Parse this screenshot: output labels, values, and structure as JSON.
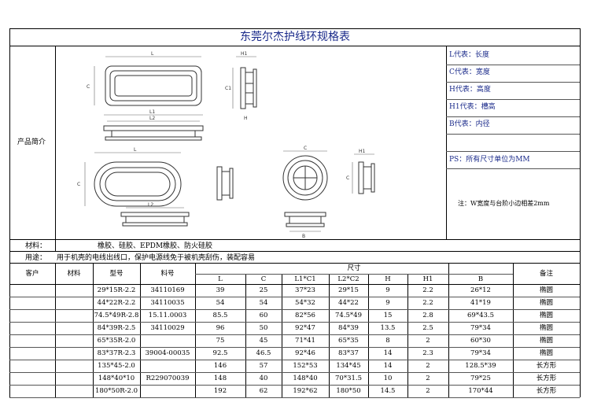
{
  "title": "东莞尔杰护线环规格表",
  "section_intro": "产品简介",
  "legend": [
    "L代表：长度",
    "C代表：宽度",
    "H代表：高度",
    "H1代表：槽高",
    "B代表：内径",
    "PS：所有尺寸单位为MM"
  ],
  "note": "注：W宽度与台阶小边相差2mm",
  "material_label": "材料：",
  "material_value": "橡胶、硅胶、EPDM橡胶、防火硅胶",
  "usage_label": "用途：",
  "usage_value": "用于机壳的电线出线口，保护电源线免于被机壳刮伤，装配容易",
  "drawing_labels": {
    "L": "L",
    "C": "C",
    "H": "H",
    "H1": "H1",
    "C1": "C1",
    "L1": "L1",
    "L2": "L2",
    "B": "B"
  },
  "table": {
    "headers": {
      "customer": "客户",
      "material": "材料",
      "model": "型号",
      "part": "料号",
      "size": "尺寸",
      "remark": "备注",
      "L": "L",
      "C": "C",
      "L1C1": "L1*C1",
      "L2C2": "L2*C2",
      "H": "H",
      "H1": "H1",
      "B": "B"
    },
    "rows": [
      {
        "model": "29*15R-2.2",
        "part": "34110169",
        "L": "39",
        "C": "25",
        "L1C1": "37*23",
        "L2C2": "29*15",
        "H": "9",
        "H1": "2.2",
        "B": "26*12",
        "remark": "椭圆"
      },
      {
        "model": "44*22R-2.2",
        "part": "34110035",
        "L": "54",
        "C": "54",
        "L1C1": "54*32",
        "L2C2": "44*22",
        "H": "9",
        "H1": "2.2",
        "B": "41*19",
        "remark": "椭圆"
      },
      {
        "model": "74.5*49R-2.8",
        "part": "15.11.0003",
        "L": "85.5",
        "C": "60",
        "L1C1": "82*56",
        "L2C2": "74.5*49",
        "H": "15",
        "H1": "2.8",
        "B": "69*43.5",
        "remark": "椭圆"
      },
      {
        "model": "84*39R-2.5",
        "part": "34110029",
        "L": "96",
        "C": "50",
        "L1C1": "92*47",
        "L2C2": "84*39",
        "H": "13.5",
        "H1": "2.5",
        "B": "79*34",
        "remark": "椭圆"
      },
      {
        "model": "65*35R-2.0",
        "part": "",
        "L": "75",
        "C": "45",
        "L1C1": "71*41",
        "L2C2": "65*35",
        "H": "8",
        "H1": "2",
        "B": "60*30",
        "remark": "椭圆"
      },
      {
        "model": "83*37R-2.3",
        "part": "39004-00035",
        "L": "92.5",
        "C": "46.5",
        "L1C1": "92*46",
        "L2C2": "83*37",
        "H": "14",
        "H1": "2.3",
        "B": "79*34",
        "remark": "椭圆"
      },
      {
        "model": "135*45-2.0",
        "part": "",
        "L": "146",
        "C": "57",
        "L1C1": "152*53",
        "L2C2": "134*45",
        "H": "14",
        "H1": "2",
        "B": "128.5*39",
        "remark": "长方形"
      },
      {
        "model": "148*40*10",
        "part": "R229070039",
        "L": "148",
        "C": "40",
        "L1C1": "148*40",
        "L2C2": "70*31.5",
        "H": "10",
        "H1": "2",
        "B": "79*25",
        "remark": "长方形"
      },
      {
        "model": "180*50R-2.0",
        "part": "",
        "L": "192",
        "C": "62",
        "L1C1": "192*62",
        "L2C2": "180*50",
        "H": "14.5",
        "H1": "2",
        "B": "170*44",
        "remark": "长方形"
      }
    ]
  }
}
